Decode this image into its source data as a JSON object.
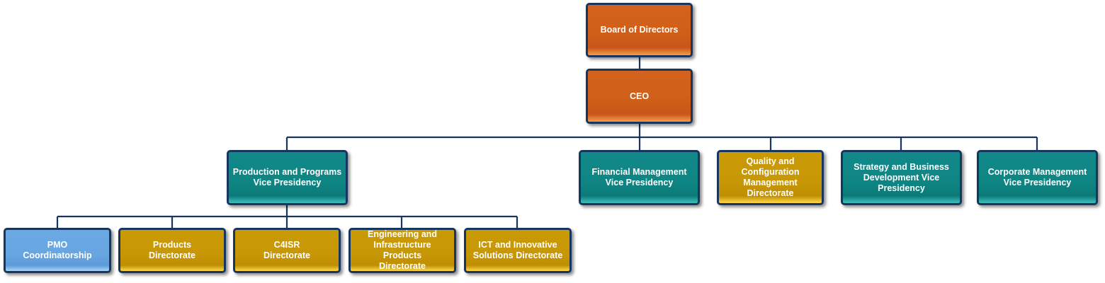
{
  "org_chart": {
    "board": {
      "label": "Board of Directors"
    },
    "ceo": {
      "label": "CEO"
    },
    "vice_presidencies": {
      "production": {
        "label": "Production and Programs\nVice Presidency"
      },
      "financial": {
        "label": "Financial Management\nVice Presidency"
      },
      "quality": {
        "label": "Quality and\nConfiguration\nManagement\nDirectorate"
      },
      "strategy": {
        "label": "Strategy and Business\nDevelopment Vice\nPresidency"
      },
      "corporate": {
        "label": "Corporate Management\nVice Presidency"
      }
    },
    "production_units": {
      "pmo": {
        "label": "PMO\nCoordinatorship"
      },
      "products": {
        "label": "Products\nDirectorate"
      },
      "c4isr": {
        "label": "C4ISR\nDirectorate"
      },
      "engineering": {
        "label": "Engineering and\nInfrastructure Products\nDirectorate"
      },
      "ict": {
        "label": "ICT and Innovative\nSolutions Directorate"
      }
    }
  },
  "colors": {
    "executive": "#d2621e",
    "vice_presidency": "#0f8583",
    "directorate": "#c99a05",
    "coordinatorship": "#6aa9e4",
    "border": "#17365d"
  }
}
